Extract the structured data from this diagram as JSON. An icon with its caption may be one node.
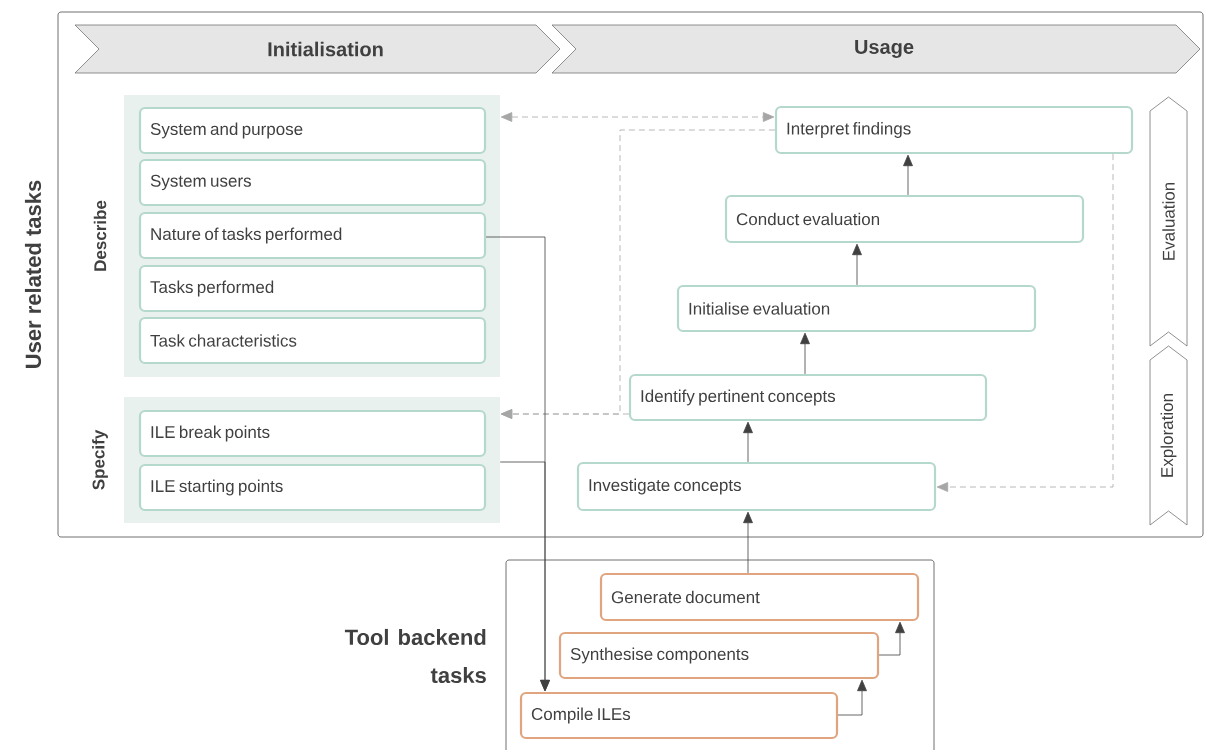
{
  "diagram": {
    "nodes": [
      {
        "text": [
          "User related tasks"
        ]
      },
      {
        "text": [
          "Initialisation"
        ],
        "in": 0
      },
      {
        "text": [
          "Usage"
        ],
        "in": 0
      },
      {
        "text": [
          "Describe"
        ],
        "in": 0
      },
      {
        "text": [
          "System and purpose"
        ],
        "in": 3
      },
      {
        "text": [
          "System users"
        ],
        "in": 3
      },
      {
        "text": [
          "Nature of tasks performed"
        ],
        "in": 3
      },
      {
        "text": [
          "Tasks performed"
        ],
        "in": 3
      },
      {
        "text": [
          "Task characteristics"
        ],
        "in": 3
      },
      {
        "text": [
          "Specify"
        ],
        "in": 0
      },
      {
        "text": [
          "ILE break points"
        ],
        "in": 9
      },
      {
        "text": [
          "ILE starting points"
        ],
        "in": 9
      },
      {
        "text": [
          "Interpret findings"
        ],
        "in": 0
      },
      {
        "text": [
          "Conduct evaluation"
        ],
        "in": 0
      },
      {
        "text": [
          "Initialise evaluation"
        ],
        "in": 0
      },
      {
        "text": [
          "Identify pertinent concepts"
        ],
        "in": 0
      },
      {
        "text": [
          "Investigate concepts"
        ],
        "in": 0
      },
      {
        "text": [
          "Evaluation"
        ],
        "in": 0
      },
      {
        "text": [
          "Exploration"
        ],
        "in": 0
      },
      {
        "text": [
          "Tool backend tasks"
        ]
      },
      {
        "text": [
          "Generate document"
        ],
        "in": 19
      },
      {
        "text": [
          "Synthesise components"
        ],
        "in": 19
      },
      {
        "text": [
          "Compile ILEs"
        ],
        "in": 19
      }
    ],
    "edges": [
      {
        "from": 3,
        "to": 12,
        "arrow": "both",
        "style": "dashed",
        "color": "#a6a6a6"
      },
      {
        "from": 12,
        "to": 9,
        "arrow": "to",
        "style": "dashed",
        "color": "#a6a6a6"
      },
      {
        "from": 15,
        "to": 9,
        "arrow": "to",
        "style": "dashed",
        "color": "#a6a6a6"
      },
      {
        "from": 12,
        "to": 16,
        "arrow": "to",
        "style": "dashed",
        "color": "#a6a6a6"
      },
      {
        "from": 16,
        "to": 15,
        "arrow": "to"
      },
      {
        "from": 15,
        "to": 14,
        "arrow": "to"
      },
      {
        "from": 14,
        "to": 13,
        "arrow": "to"
      },
      {
        "from": 13,
        "to": 12,
        "arrow": "to"
      },
      {
        "from": 20,
        "to": 16,
        "arrow": "to"
      },
      {
        "from": 6,
        "to": 22,
        "arrow": "to"
      },
      {
        "from": 9,
        "to": 22,
        "arrow": "to"
      },
      {
        "from": 22,
        "to": 21,
        "arrow": "to"
      },
      {
        "from": 21,
        "to": 20,
        "arrow": "to"
      }
    ]
  }
}
